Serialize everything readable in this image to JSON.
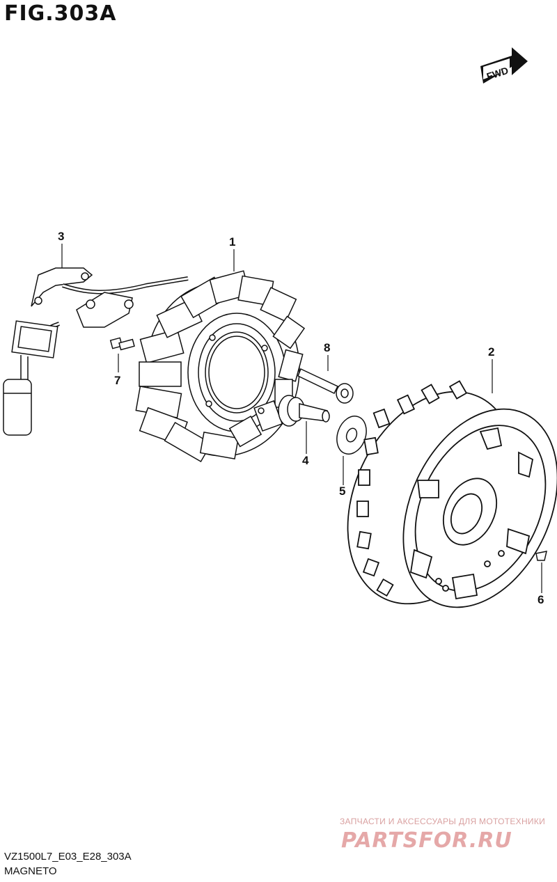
{
  "figure": {
    "title": "FIG.303A",
    "code": "VZ1500L7_E03_E28_303A",
    "name": "MAGNETO",
    "fwd_label": "FWD"
  },
  "callouts": [
    {
      "id": "callout-1",
      "label": "1"
    },
    {
      "id": "callout-2",
      "label": "2"
    },
    {
      "id": "callout-3",
      "label": "3"
    },
    {
      "id": "callout-4",
      "label": "4"
    },
    {
      "id": "callout-5",
      "label": "5"
    },
    {
      "id": "callout-6",
      "label": "6"
    },
    {
      "id": "callout-7",
      "label": "7"
    },
    {
      "id": "callout-8",
      "label": "8"
    }
  ],
  "watermark": {
    "tagline": "ЗАПЧАСТИ И АКСЕССУАРЫ ДЛЯ МОТОТЕХНИКИ",
    "logo": "PARTSFOR.RU"
  }
}
